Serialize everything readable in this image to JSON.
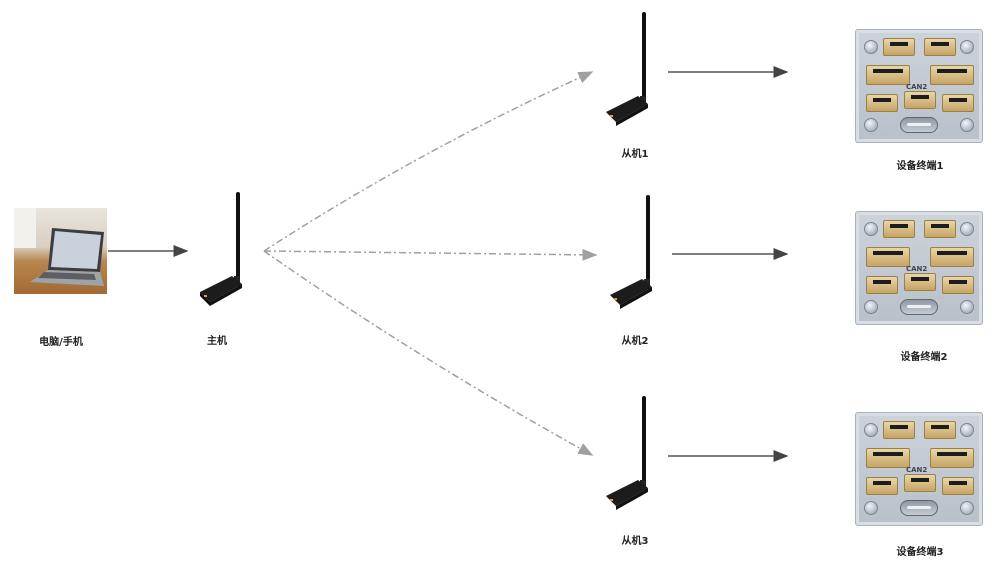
{
  "diagram": {
    "type": "wireless-topology",
    "nodes": {
      "computer": {
        "label": "电脑/手机",
        "icon": "laptop-photo"
      },
      "master": {
        "label": "主机",
        "icon": "radio-module-icon"
      },
      "slaves": [
        {
          "label": "从机1",
          "icon": "radio-module-icon"
        },
        {
          "label": "从机2",
          "icon": "radio-module-icon"
        },
        {
          "label": "从机3",
          "icon": "radio-module-icon"
        }
      ],
      "terminals": [
        {
          "label": "设备终端1",
          "icon": "connector-panel-icon",
          "panel_text": "CAN2"
        },
        {
          "label": "设备终端2",
          "icon": "connector-panel-icon",
          "panel_text": "CAN2"
        },
        {
          "label": "设备终端3",
          "icon": "connector-panel-icon",
          "panel_text": "CAN2"
        }
      ]
    },
    "edges": [
      {
        "from": "电脑/手机",
        "to": "主机",
        "style": "solid"
      },
      {
        "from": "主机",
        "to": "从机1",
        "style": "dash-dot"
      },
      {
        "from": "主机",
        "to": "从机2",
        "style": "dash-dot"
      },
      {
        "from": "主机",
        "to": "从机3",
        "style": "dash-dot"
      },
      {
        "from": "从机1",
        "to": "设备终端1",
        "style": "solid"
      },
      {
        "from": "从机2",
        "to": "设备终端2",
        "style": "solid"
      },
      {
        "from": "从机3",
        "to": "设备终端3",
        "style": "solid"
      }
    ],
    "colors": {
      "solid_arrow": "#444444",
      "wireless_arrow": "#a0a0a0",
      "label": "#222222"
    }
  }
}
